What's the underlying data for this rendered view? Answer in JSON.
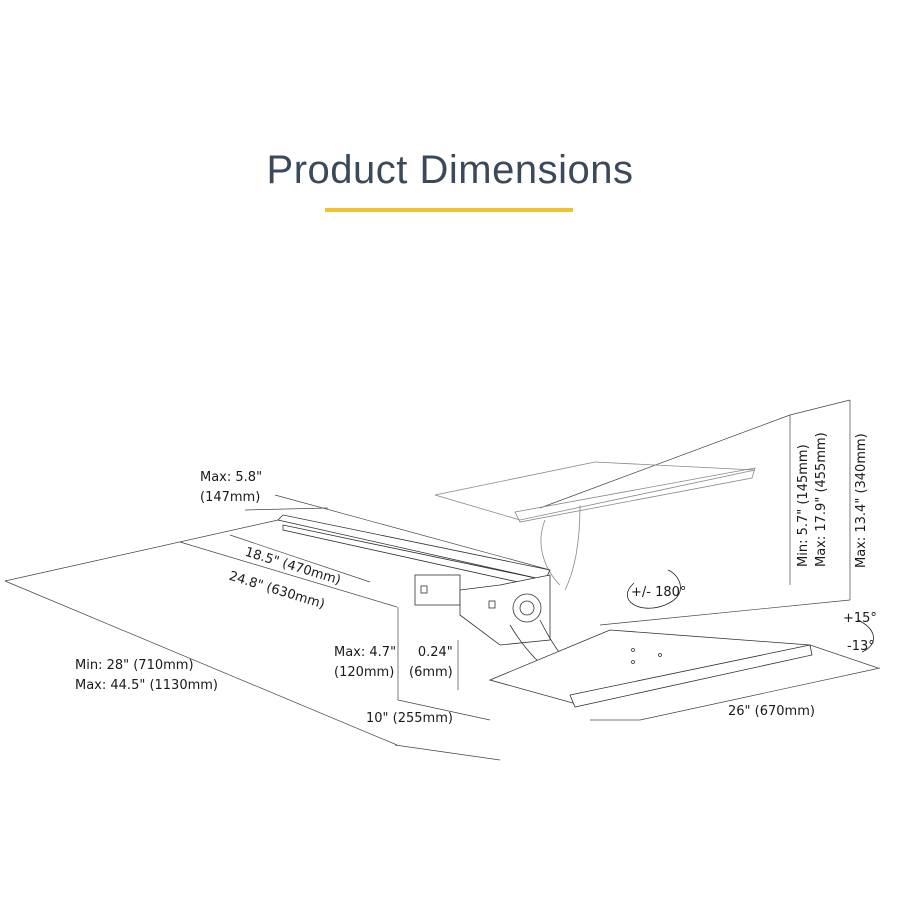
{
  "header": {
    "title": "Product Dimensions",
    "accent_color": "#f2c12e",
    "title_color": "#3b4a5a"
  },
  "dimensions": {
    "support_height": {
      "line1": "Max: 5.8\"",
      "line2": "(147mm)"
    },
    "track_short": "18.5\" (470mm)",
    "track_long": "24.8\" (630mm)",
    "total_reach": {
      "line1": "Min: 28\" (710mm)",
      "line2": "Max: 44.5\" (1130mm)"
    },
    "drop_height": {
      "line1": "Max: 4.7\"",
      "line2": "(120mm)"
    },
    "tray_thickness": {
      "line1": "0.24\"",
      "line2": "(6mm)"
    },
    "tray_depth": "10\" (255mm)",
    "tray_width": "26\" (670mm)",
    "swivel": "+/- 180°",
    "tilt_up": "+15°",
    "tilt_down": "-13°",
    "height_range": {
      "line1": "Min: 5.7\" (145mm)",
      "line2": "Max: 17.9\" (455mm)"
    },
    "max_height": "Max: 13.4\" (340mm)"
  }
}
